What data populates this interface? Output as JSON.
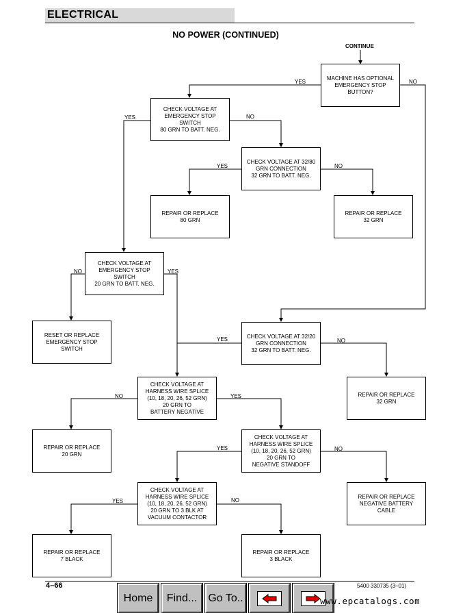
{
  "header": {
    "section_title": "ELECTRICAL",
    "page_title": "NO POWER (CONTINUED)"
  },
  "flowchart": {
    "start_label": "CONTINUE",
    "boxes": {
      "optional_estop": "MACHINE HAS OPTIONAL\nEMERGENCY STOP\nBUTTON?",
      "check_estop_80": "CHECK VOLTAGE AT\nEMERGENCY STOP\nSWITCH\n80 GRN TO BATT. NEG.",
      "check_32_80": "CHECK VOLTAGE AT 32/80\nGRN CONNECTION\n32 GRN TO BATT. NEG.",
      "repair_80": "REPAIR OR REPLACE\n80 GRN",
      "repair_32_a": "REPAIR OR REPLACE\n32 GRN",
      "check_estop_20": "CHECK VOLTAGE AT\nEMERGENCY STOP\nSWITCH\n20 GRN TO BATT. NEG.",
      "reset_estop": "RESET OR REPLACE\nEMERGENCY STOP\nSWITCH",
      "check_32_20": "CHECK VOLTAGE AT 32/20\nGRN CONNECTION\n32 GRN TO BATT. NEG.",
      "check_splice_batt": "CHECK VOLTAGE AT\nHARNESS WIRE SPLICE\n(10, 18, 20, 26, 52 GRN)\n20 GRN TO\nBATTERY NEGATIVE",
      "repair_32_b": "REPAIR OR REPLACE\n32 GRN",
      "repair_20": "REPAIR OR REPLACE\n20 GRN",
      "check_splice_standoff": "CHECK VOLTAGE AT\nHARNESS WIRE SPLICE\n(10, 18, 20, 26, 52 GRN)\n20 GRN TO\nNEGATIVE STANDOFF",
      "check_splice_contactor": "CHECK VOLTAGE AT\nHARNESS WIRE SPLICE\n(10, 18, 20, 26, 52 GRN)\n20 GRN TO 3 BLK AT\nVACUUM CONTACTOR",
      "repair_neg_cable": "REPAIR OR REPLACE\nNEGATIVE BATTERY\nCABLE",
      "repair_7_black": "REPAIR OR REPLACE\n7 BLACK",
      "repair_3_black": "REPAIR OR REPLACE\n3 BLACK"
    },
    "yes": "YES",
    "no": "NO"
  },
  "footer": {
    "page_number": "4–66",
    "doc_id": "5400 330735 (3–01)"
  },
  "nav": {
    "home": "Home",
    "find": "Find...",
    "goto": "Go To..",
    "back_icon": "left-arrow-icon",
    "forward_icon": "right-arrow-icon",
    "arrow_color": "#e00000"
  },
  "watermark": "www.epcatalogs.com"
}
